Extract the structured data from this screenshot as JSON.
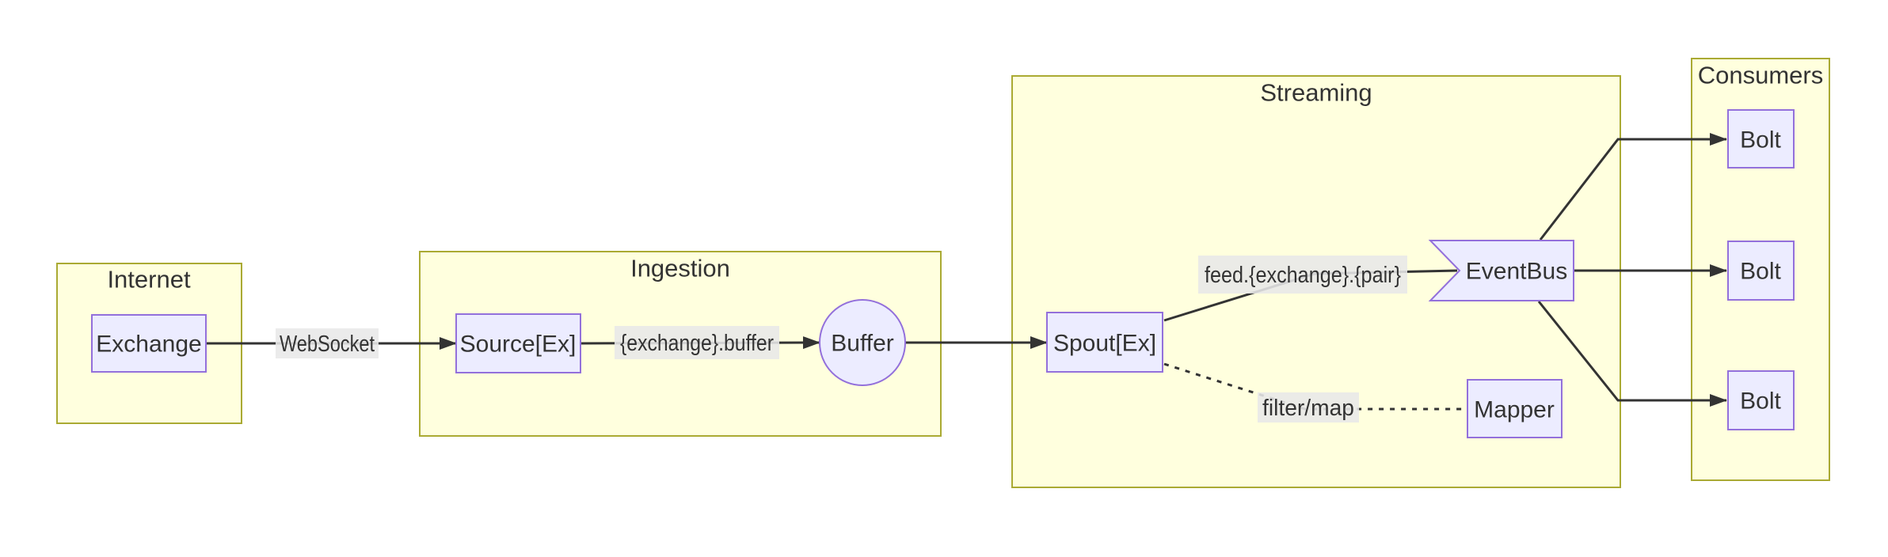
{
  "diagram": {
    "type": "flowchart",
    "direction": "left-to-right",
    "colors": {
      "background": "#ffffff",
      "group_fill": "#ffffde",
      "group_border": "#aaaa33",
      "node_fill": "#ececff",
      "node_border": "#9370db",
      "edge_line": "#333333",
      "edge_label_bg": "#e8e8e8",
      "text": "#333333"
    },
    "groups": [
      {
        "title": "Internet",
        "nodes": [
          {
            "label": "Exchange",
            "shape": "rect"
          }
        ]
      },
      {
        "title": "Ingestion",
        "nodes": [
          {
            "label": "Source[Ex]",
            "shape": "rect"
          },
          {
            "label": "Buffer",
            "shape": "circle"
          }
        ]
      },
      {
        "title": "Streaming",
        "nodes": [
          {
            "label": "Spout[Ex]",
            "shape": "rect"
          },
          {
            "label": "EventBus",
            "shape": "asymmetric-flag"
          },
          {
            "label": "Mapper",
            "shape": "rect"
          }
        ]
      },
      {
        "title": "Consumers",
        "nodes": [
          {
            "label": "Bolt",
            "shape": "rect"
          },
          {
            "label": "Bolt",
            "shape": "rect"
          },
          {
            "label": "Bolt",
            "shape": "rect"
          }
        ]
      }
    ],
    "edges": [
      {
        "from": "Exchange",
        "to": "Source[Ex]",
        "label": "WebSocket",
        "line": "solid",
        "arrow": true
      },
      {
        "from": "Source[Ex]",
        "to": "Buffer",
        "label": "{exchange}.buffer",
        "line": "solid",
        "arrow": true
      },
      {
        "from": "Buffer",
        "to": "Spout[Ex]",
        "label": "",
        "line": "solid",
        "arrow": true
      },
      {
        "from": "Spout[Ex]",
        "to": "EventBus",
        "label": "feed.{exchange}.{pair}",
        "line": "solid",
        "arrow": false
      },
      {
        "from": "Spout[Ex]",
        "to": "Mapper",
        "label": "filter/map",
        "line": "dotted",
        "arrow": false
      },
      {
        "from": "EventBus",
        "to": "Bolt-1",
        "label": "",
        "line": "solid",
        "arrow": true
      },
      {
        "from": "EventBus",
        "to": "Bolt-2",
        "label": "",
        "line": "solid",
        "arrow": true
      },
      {
        "from": "EventBus",
        "to": "Bolt-3",
        "label": "",
        "line": "solid",
        "arrow": true
      }
    ]
  }
}
